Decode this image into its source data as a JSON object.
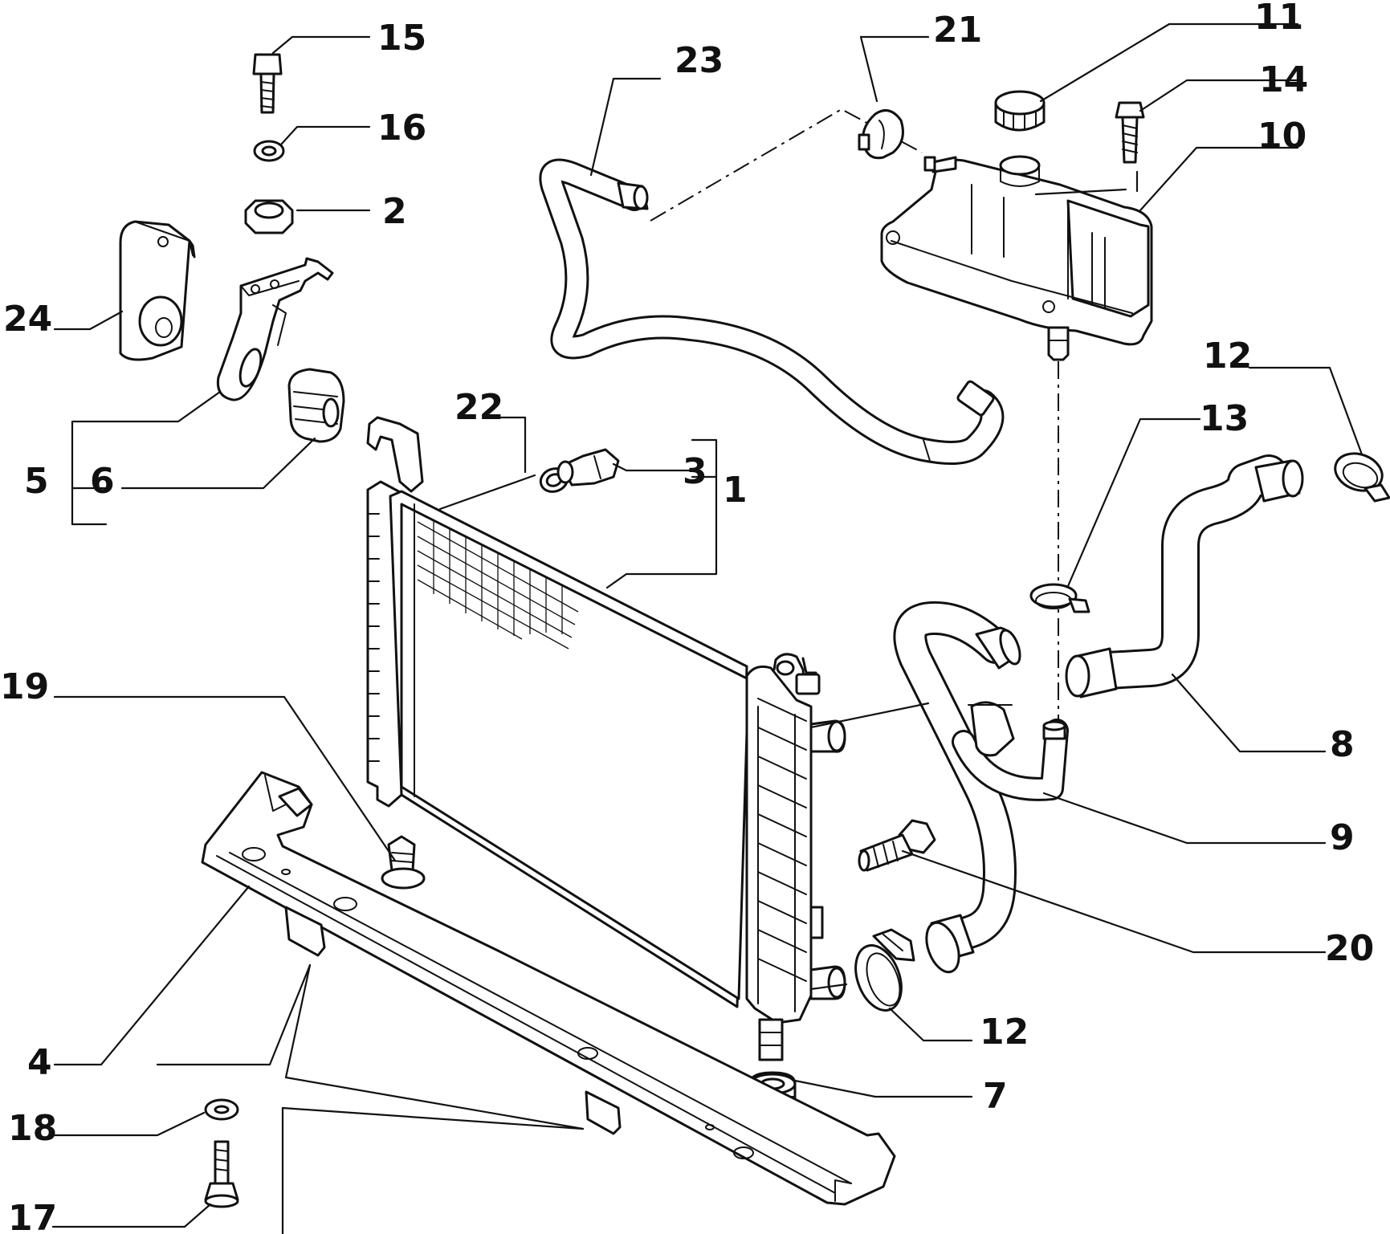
{
  "callouts": {
    "radiator": "1",
    "nut": "2",
    "drain_plug": "3",
    "lower_crossmember": "4",
    "bracket_assembly": "5",
    "rubber_mount": "6",
    "lower_mount": "7",
    "upper_hose": "8",
    "lower_hose": "9",
    "expansion_tank": "10",
    "tank_cap": "11",
    "hose_clamp_top": "12",
    "hose_clamp_bottom": "12",
    "small_clamp": "13",
    "tank_screw": "14",
    "top_bolt": "15",
    "washer_top": "16",
    "bottom_bolt": "17",
    "washer_bottom": "18",
    "push_pin": "19",
    "side_bolt": "20",
    "tank_hose_clip": "21",
    "o_ring": "22",
    "bleed_hose": "23",
    "side_bracket": "24"
  }
}
